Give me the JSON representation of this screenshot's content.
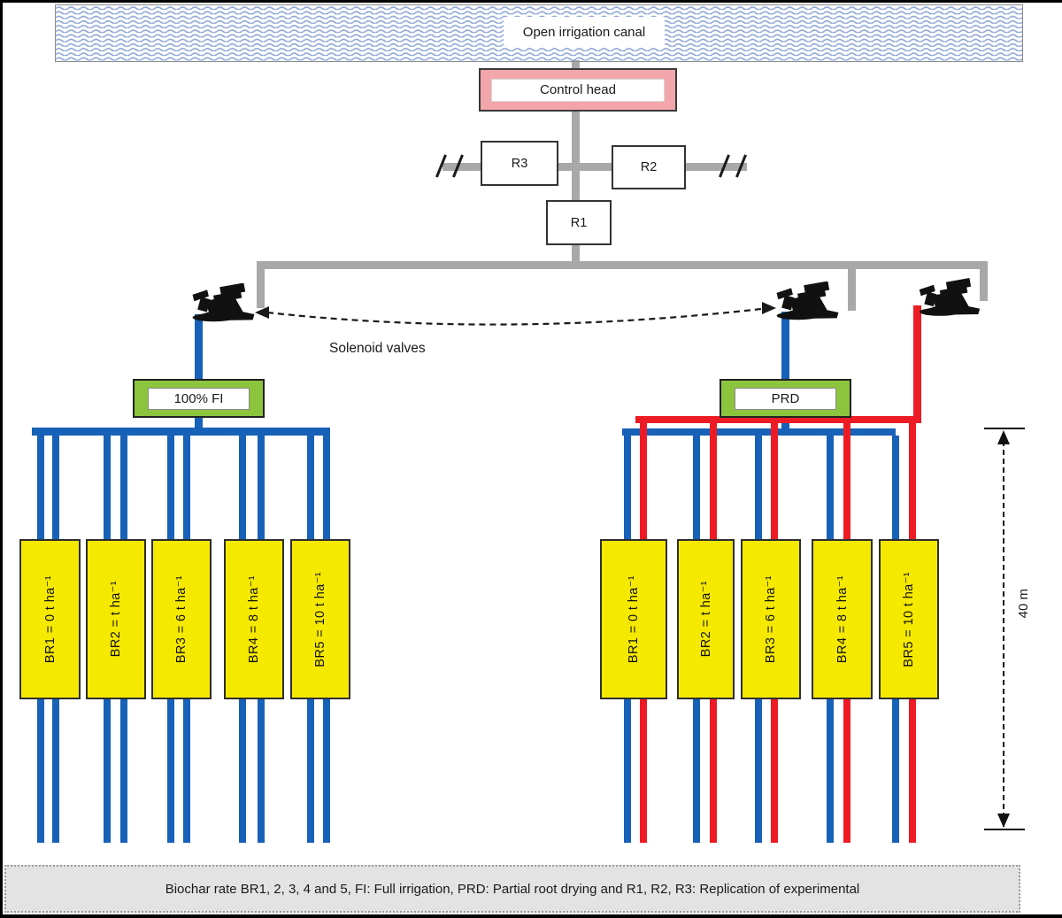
{
  "colors": {
    "pipe_blue": "#1861b8",
    "pipe_red": "#ed1c24",
    "pipe_gray": "#a8a8a8",
    "canal_wave": "#8ea6d4",
    "control_head_fill": "#f2a6ab",
    "treatment_fill": "#8cc43e",
    "plot_fill": "#f6e900",
    "caption_bg": "#e3e3e3"
  },
  "canal": {
    "label": "Open irrigation canal"
  },
  "control_head": {
    "label": "Control head"
  },
  "replications": {
    "r1": "R1",
    "r2": "R2",
    "r3": "R3"
  },
  "valves": {
    "label": "Solenoid valves"
  },
  "treatments": {
    "full_irrigation": "100% FI",
    "partial_root_drying": "PRD"
  },
  "left_block": {
    "plots": [
      "BR1 = 0 t ha⁻¹",
      "BR2 = t ha⁻¹",
      "BR3 = 6 t ha⁻¹",
      "BR4 = 8 t ha⁻¹",
      "BR5 = 10 t ha⁻¹"
    ]
  },
  "right_block": {
    "plots": [
      "BR1 = 0 t ha⁻¹",
      "BR2 = t ha⁻¹",
      "BR3 = 6 t ha⁻¹",
      "BR4 = 8 t ha⁻¹",
      "BR5 = 10 t ha⁻¹"
    ]
  },
  "dimension": {
    "label": "40 m"
  },
  "caption": "Biochar rate BR1, 2, 3, 4 and 5, FI: Full irrigation, PRD: Partial root drying and R1, R2, R3: Replication of experimental"
}
